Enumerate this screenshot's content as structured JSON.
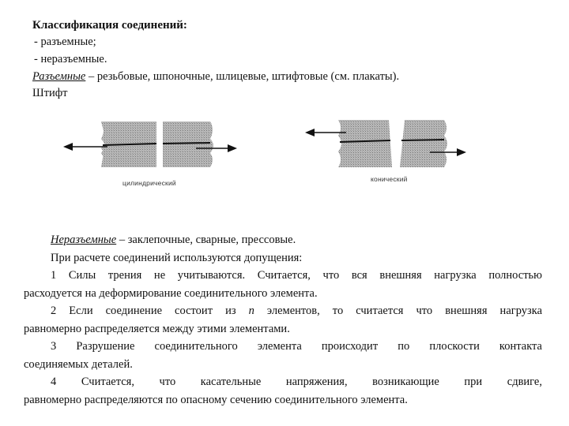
{
  "title": "Классификация соединений:",
  "list": [
    "- разъемные;",
    "- неразъемные."
  ],
  "detachable": {
    "term": "Разъемные",
    "text": " – резьбовые, шпоночные, шлицевые, штифтовые (см. плакаты)."
  },
  "pin_label": "Штифт",
  "figures": {
    "cylindrical_caption": "цилиндрический",
    "conical_caption": "конический"
  },
  "permanent": {
    "term": "Неразъемные",
    "text": " – заклепочные, сварные, прессовые."
  },
  "assumptions_intro": "При расчете соединений используются допущения:",
  "assumptions": {
    "a1_l1": "1 Силы трения не учитываются. Считается, что вся внешняя нагрузка полностью",
    "a1_l2": "расходуется на деформирование соединительного элемента.",
    "a2_l1_pre": "2 Если соединение состоит из ",
    "a2_n": "n",
    "a2_l1_post": " элементов, то считается что внешняя нагрузка",
    "a2_l2": "равномерно распределяется между этими элементами.",
    "a3_l1": "3 Разрушение соединительного элемента происходит по плоскости контакта",
    "a3_l2": "соединяемых деталей.",
    "a4_l1": "4 Считается, что касательные напряжения, возникающие при сдвиге,",
    "a4_l2": "равномерно распределяются по опасному сечению соединительного элемента."
  }
}
